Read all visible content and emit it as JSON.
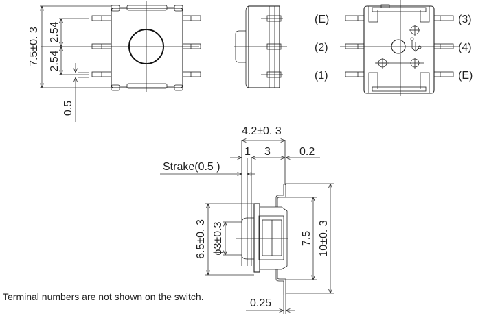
{
  "front_view": {
    "height_dim": "7.5±0. 3",
    "pitch_upper": "2.54",
    "pitch_lower": "2.54",
    "pin_width": "0.5"
  },
  "bottom_view": {
    "pin_labels_left": [
      "(E)",
      "(2)",
      "(1)"
    ],
    "pin_labels_right": [
      "(3)",
      "(4)",
      "(E)"
    ]
  },
  "side_view": {
    "overall_depth": "4.2±0. 3",
    "dim_1": "1",
    "dim_3": "3",
    "dim_02": "0.2",
    "stroke_label": "Strake(0.5  )",
    "body_height": "6.5±0. 3",
    "actuator_dia": "ϕ3±0.3",
    "pin_span": "7.5",
    "overall_height": "10±0. 3",
    "terminal_thickness": "0.25"
  },
  "note": "Terminal numbers are not shown on the switch."
}
